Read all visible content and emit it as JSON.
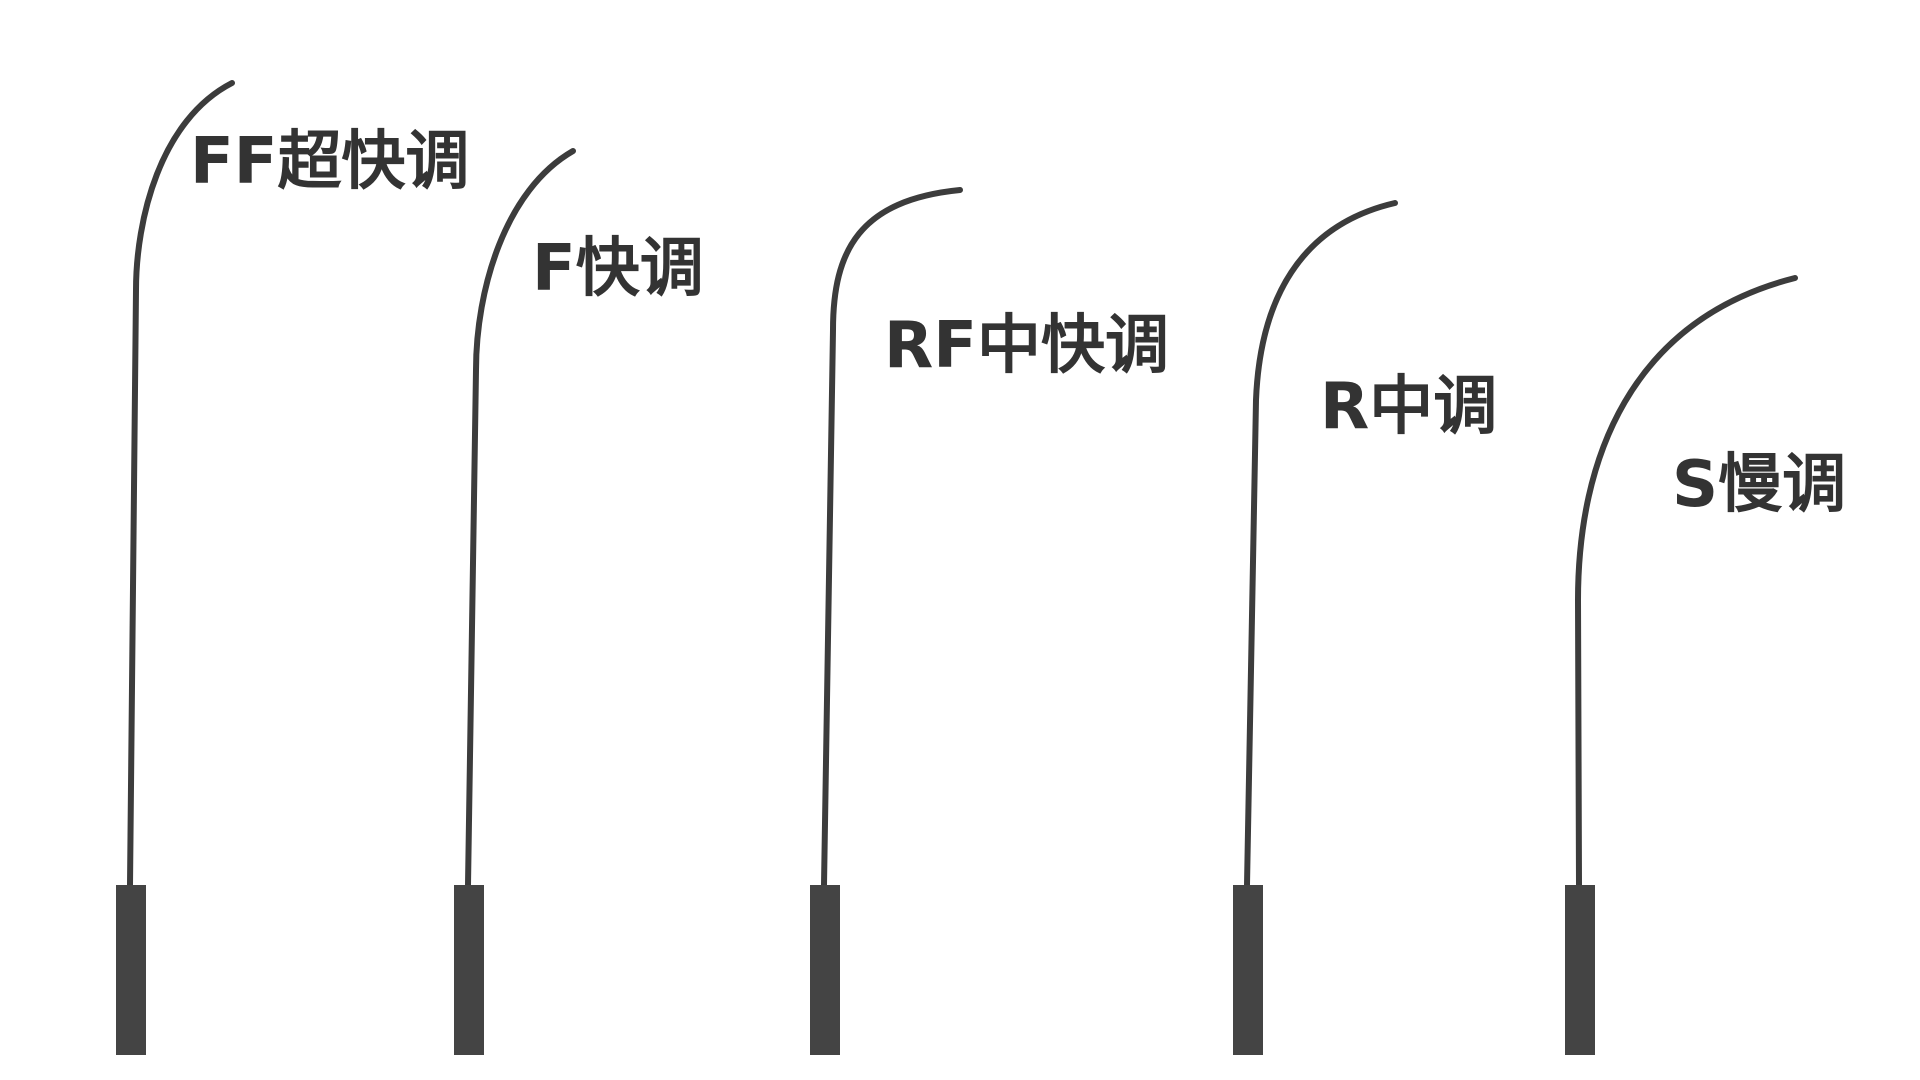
{
  "colors": {
    "background": "#ffffff",
    "rod": "#3c3c3c",
    "handle": "#444444",
    "label": "#333333"
  },
  "rods": [
    {
      "id": "ff",
      "label": "FF超快调"
    },
    {
      "id": "f",
      "label": "F快调"
    },
    {
      "id": "rf",
      "label": "RF中快调"
    },
    {
      "id": "r",
      "label": "R中调"
    },
    {
      "id": "s",
      "label": "S慢调"
    }
  ]
}
